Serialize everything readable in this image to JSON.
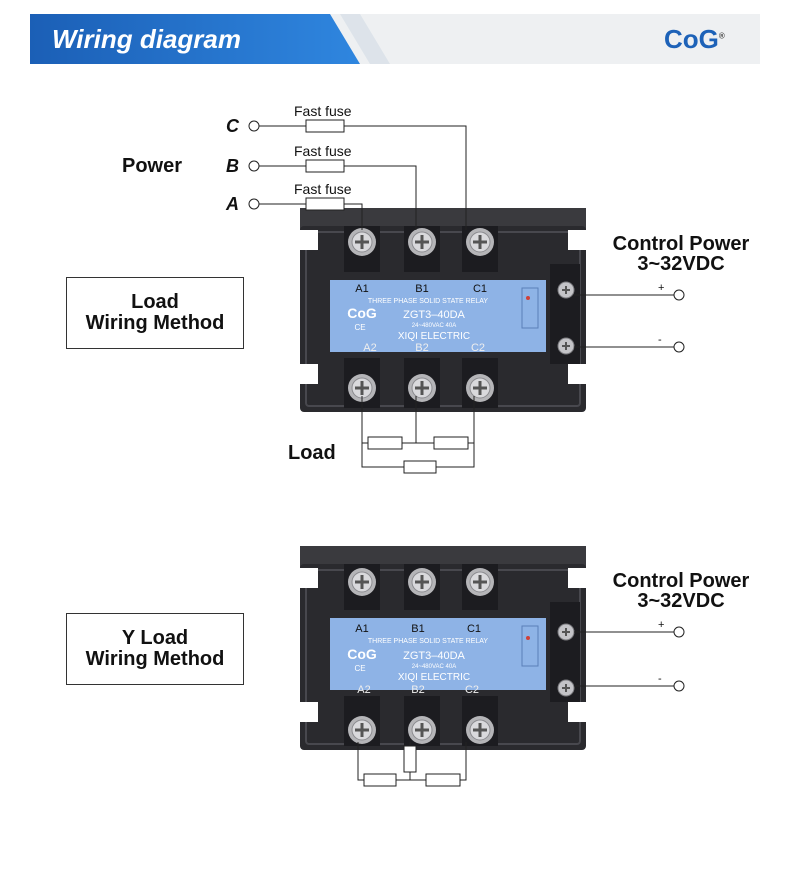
{
  "header": {
    "title": "Wiring diagram",
    "brand": "CoG",
    "brand_mark": "®"
  },
  "top": {
    "power_label": "Power",
    "phases": [
      "C",
      "B",
      "A"
    ],
    "fuse_labels": [
      "Fast fuse",
      "Fast fuse",
      "Fast fuse"
    ],
    "control_power_line1": "Control Power",
    "control_power_line2": "3~32VDC",
    "method_line1": "Load",
    "method_line2": "Wiring Method",
    "load_label": "Load"
  },
  "bottom": {
    "control_power_line1": "Control Power",
    "control_power_line2": "3~32VDC",
    "method_line1": "Y Load",
    "method_line2": "Wiring Method"
  },
  "relay": {
    "top_terminals": [
      "A1",
      "B1",
      "C1"
    ],
    "bottom_terminals": [
      "A2",
      "B2",
      "C2"
    ],
    "subtitle": "THREE PHASE SOLID STATE RELAY",
    "brand": "CoG",
    "ce": "CE",
    "model": "ZGT3–40DA",
    "rating": "24~480VAC 40A",
    "maker": "XIQI ELECTRIC",
    "plus": "+",
    "minus": "-"
  },
  "colors": {
    "banner_blue": "#1f6cc7",
    "brand_blue": "#1d62b8",
    "relay_body": "#2b2b2f",
    "label_panel": "#8eb3e6"
  }
}
